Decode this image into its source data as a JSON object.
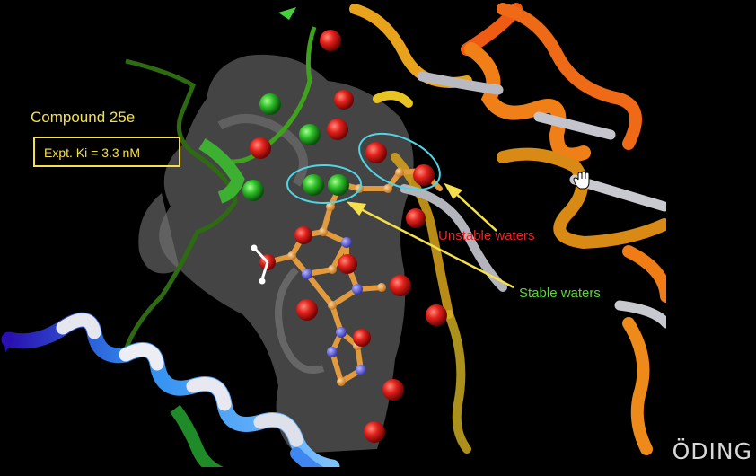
{
  "compound": {
    "title": "Compound 25e",
    "ki": "Expt. Ki = 3.3 nM"
  },
  "labels": {
    "unstable": "Unstable waters",
    "stable": "Stable waters"
  },
  "watermark": "ÖDING",
  "colors": {
    "background": "#000000",
    "annotation_yellow": "#f4e04a",
    "unstable_red": "#e8262a",
    "stable_green": "#5fd43a",
    "highlight_cyan": "#4fd6e6",
    "ligand_orange": "#e39a3c",
    "nitrogen_blue": "#5b5bd6"
  },
  "icons": [
    "hand-cursor-icon"
  ]
}
